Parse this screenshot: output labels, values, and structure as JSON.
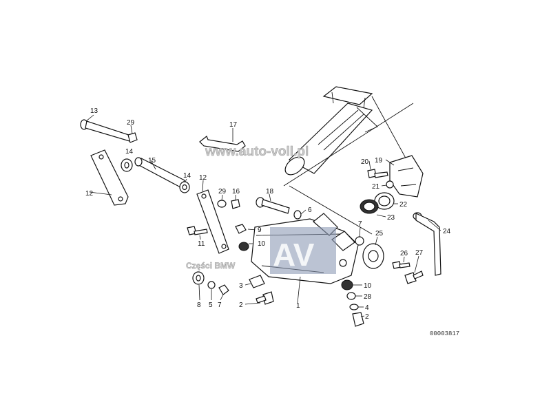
{
  "diagram": {
    "drawing_number": "00003817",
    "watermarks": {
      "site": "www.auto-voll.pl",
      "parts": "Części BMW",
      "logo_letters": "AV"
    },
    "callouts": [
      {
        "id": "c13",
        "text": "13"
      },
      {
        "id": "c29a",
        "text": "29"
      },
      {
        "id": "c17",
        "text": "17"
      },
      {
        "id": "c14a",
        "text": "14"
      },
      {
        "id": "c15",
        "text": "15"
      },
      {
        "id": "c14b",
        "text": "14"
      },
      {
        "id": "c12a",
        "text": "12"
      },
      {
        "id": "c12b",
        "text": "12"
      },
      {
        "id": "c29b",
        "text": "29"
      },
      {
        "id": "c16",
        "text": "16"
      },
      {
        "id": "c18",
        "text": "18"
      },
      {
        "id": "c6",
        "text": "6"
      },
      {
        "id": "c20",
        "text": "20"
      },
      {
        "id": "c19",
        "text": "19"
      },
      {
        "id": "c21",
        "text": "21"
      },
      {
        "id": "c22",
        "text": "22"
      },
      {
        "id": "c23",
        "text": "23"
      },
      {
        "id": "c7a",
        "text": "7"
      },
      {
        "id": "c24",
        "text": "24"
      },
      {
        "id": "c9",
        "text": "9"
      },
      {
        "id": "c11",
        "text": "11"
      },
      {
        "id": "c10a",
        "text": "10"
      },
      {
        "id": "c25",
        "text": "25"
      },
      {
        "id": "c26",
        "text": "26"
      },
      {
        "id": "c27",
        "text": "27"
      },
      {
        "id": "c3",
        "text": "3"
      },
      {
        "id": "c10b",
        "text": "10"
      },
      {
        "id": "c28",
        "text": "28"
      },
      {
        "id": "c8",
        "text": "8"
      },
      {
        "id": "c5",
        "text": "5"
      },
      {
        "id": "c7b",
        "text": "7"
      },
      {
        "id": "c2a",
        "text": "2"
      },
      {
        "id": "c1",
        "text": "1"
      },
      {
        "id": "c4",
        "text": "4"
      },
      {
        "id": "c2b",
        "text": "2"
      }
    ]
  }
}
